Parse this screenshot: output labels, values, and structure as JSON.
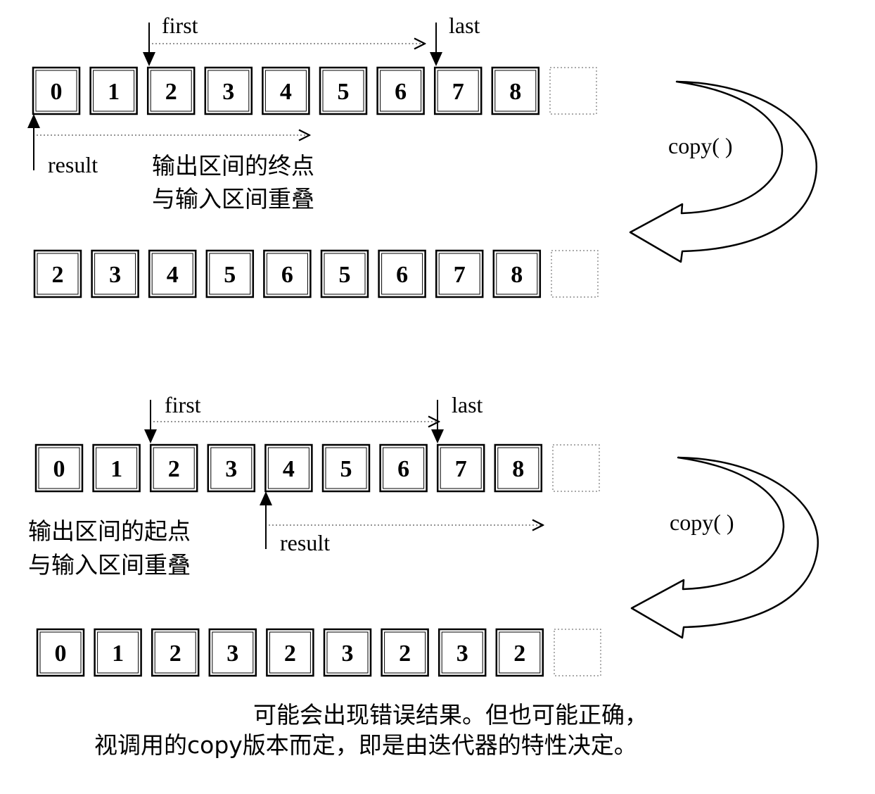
{
  "example1": {
    "input_row": [
      "0",
      "1",
      "2",
      "3",
      "4",
      "5",
      "6",
      "7",
      "8"
    ],
    "output_row": [
      "2",
      "3",
      "4",
      "5",
      "6",
      "5",
      "6",
      "7",
      "8"
    ],
    "first_label": "first",
    "last_label": "last",
    "result_label": "result",
    "note_line1": "输出区间的终点",
    "note_line2": "与输入区间重叠",
    "copy_label": "copy( )"
  },
  "example2": {
    "input_row": [
      "0",
      "1",
      "2",
      "3",
      "4",
      "5",
      "6",
      "7",
      "8"
    ],
    "output_row": [
      "0",
      "1",
      "2",
      "3",
      "2",
      "3",
      "2",
      "3",
      "2"
    ],
    "first_label": "first",
    "last_label": "last",
    "result_label": "result",
    "note_line1": "输出区间的起点",
    "note_line2": "与输入区间重叠",
    "copy_label": "copy( )"
  },
  "caption": {
    "line1": "可能会出现错误结果。但也可能正确，",
    "line2": "视调用的copy版本而定，即是由迭代器的特性决定。"
  }
}
